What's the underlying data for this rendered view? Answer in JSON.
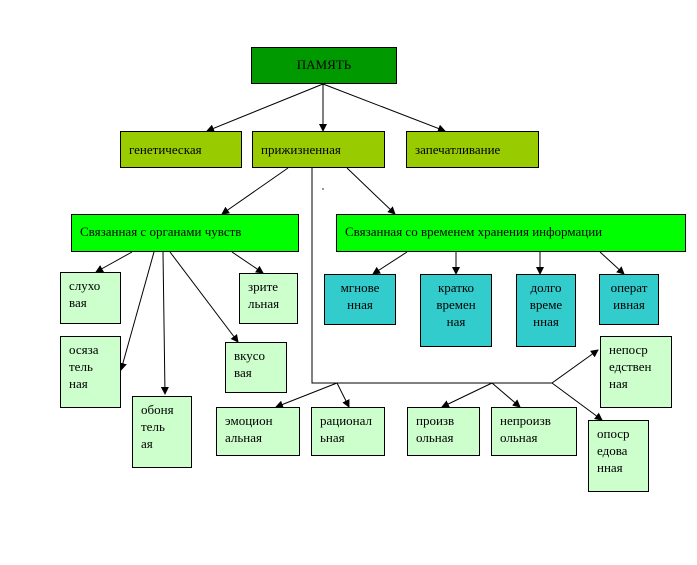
{
  "root": {
    "label": "ПАМЯТЬ"
  },
  "level1": {
    "genetic": "генетическая",
    "lifetime": "прижизненная",
    "imprinting": "запечатливание"
  },
  "level2": {
    "senses": "Связанная с органами чувств",
    "storage_time": "Связанная со временем хранения информации"
  },
  "senses": {
    "auditory": "слухо\nвая",
    "visual": "зрите\nльная",
    "tactile": "осяза\nтель\nная",
    "gustatory": "вкусо\nвая",
    "olfactory": "обоня\nтель\nая"
  },
  "storage": {
    "instant": "мгнове\nнная",
    "short_term": "кратко\nвремен\nная",
    "long_term": "долго\nвреме\nнная",
    "operative": "операт\nивная"
  },
  "other": {
    "emotional": "эмоцион\nальная",
    "rational": "рационал\nьная",
    "voluntary": "произв\nольная",
    "involuntary": "непроизв\nольная",
    "direct": "непоср\nедствен\nная",
    "mediated": "опоср\nедова\nнная"
  },
  "colors": {
    "root": "#009900",
    "level1": "#99cc00",
    "level2": "#00ff00",
    "leaf": "#ccffcc",
    "storage": "#33cccc"
  }
}
